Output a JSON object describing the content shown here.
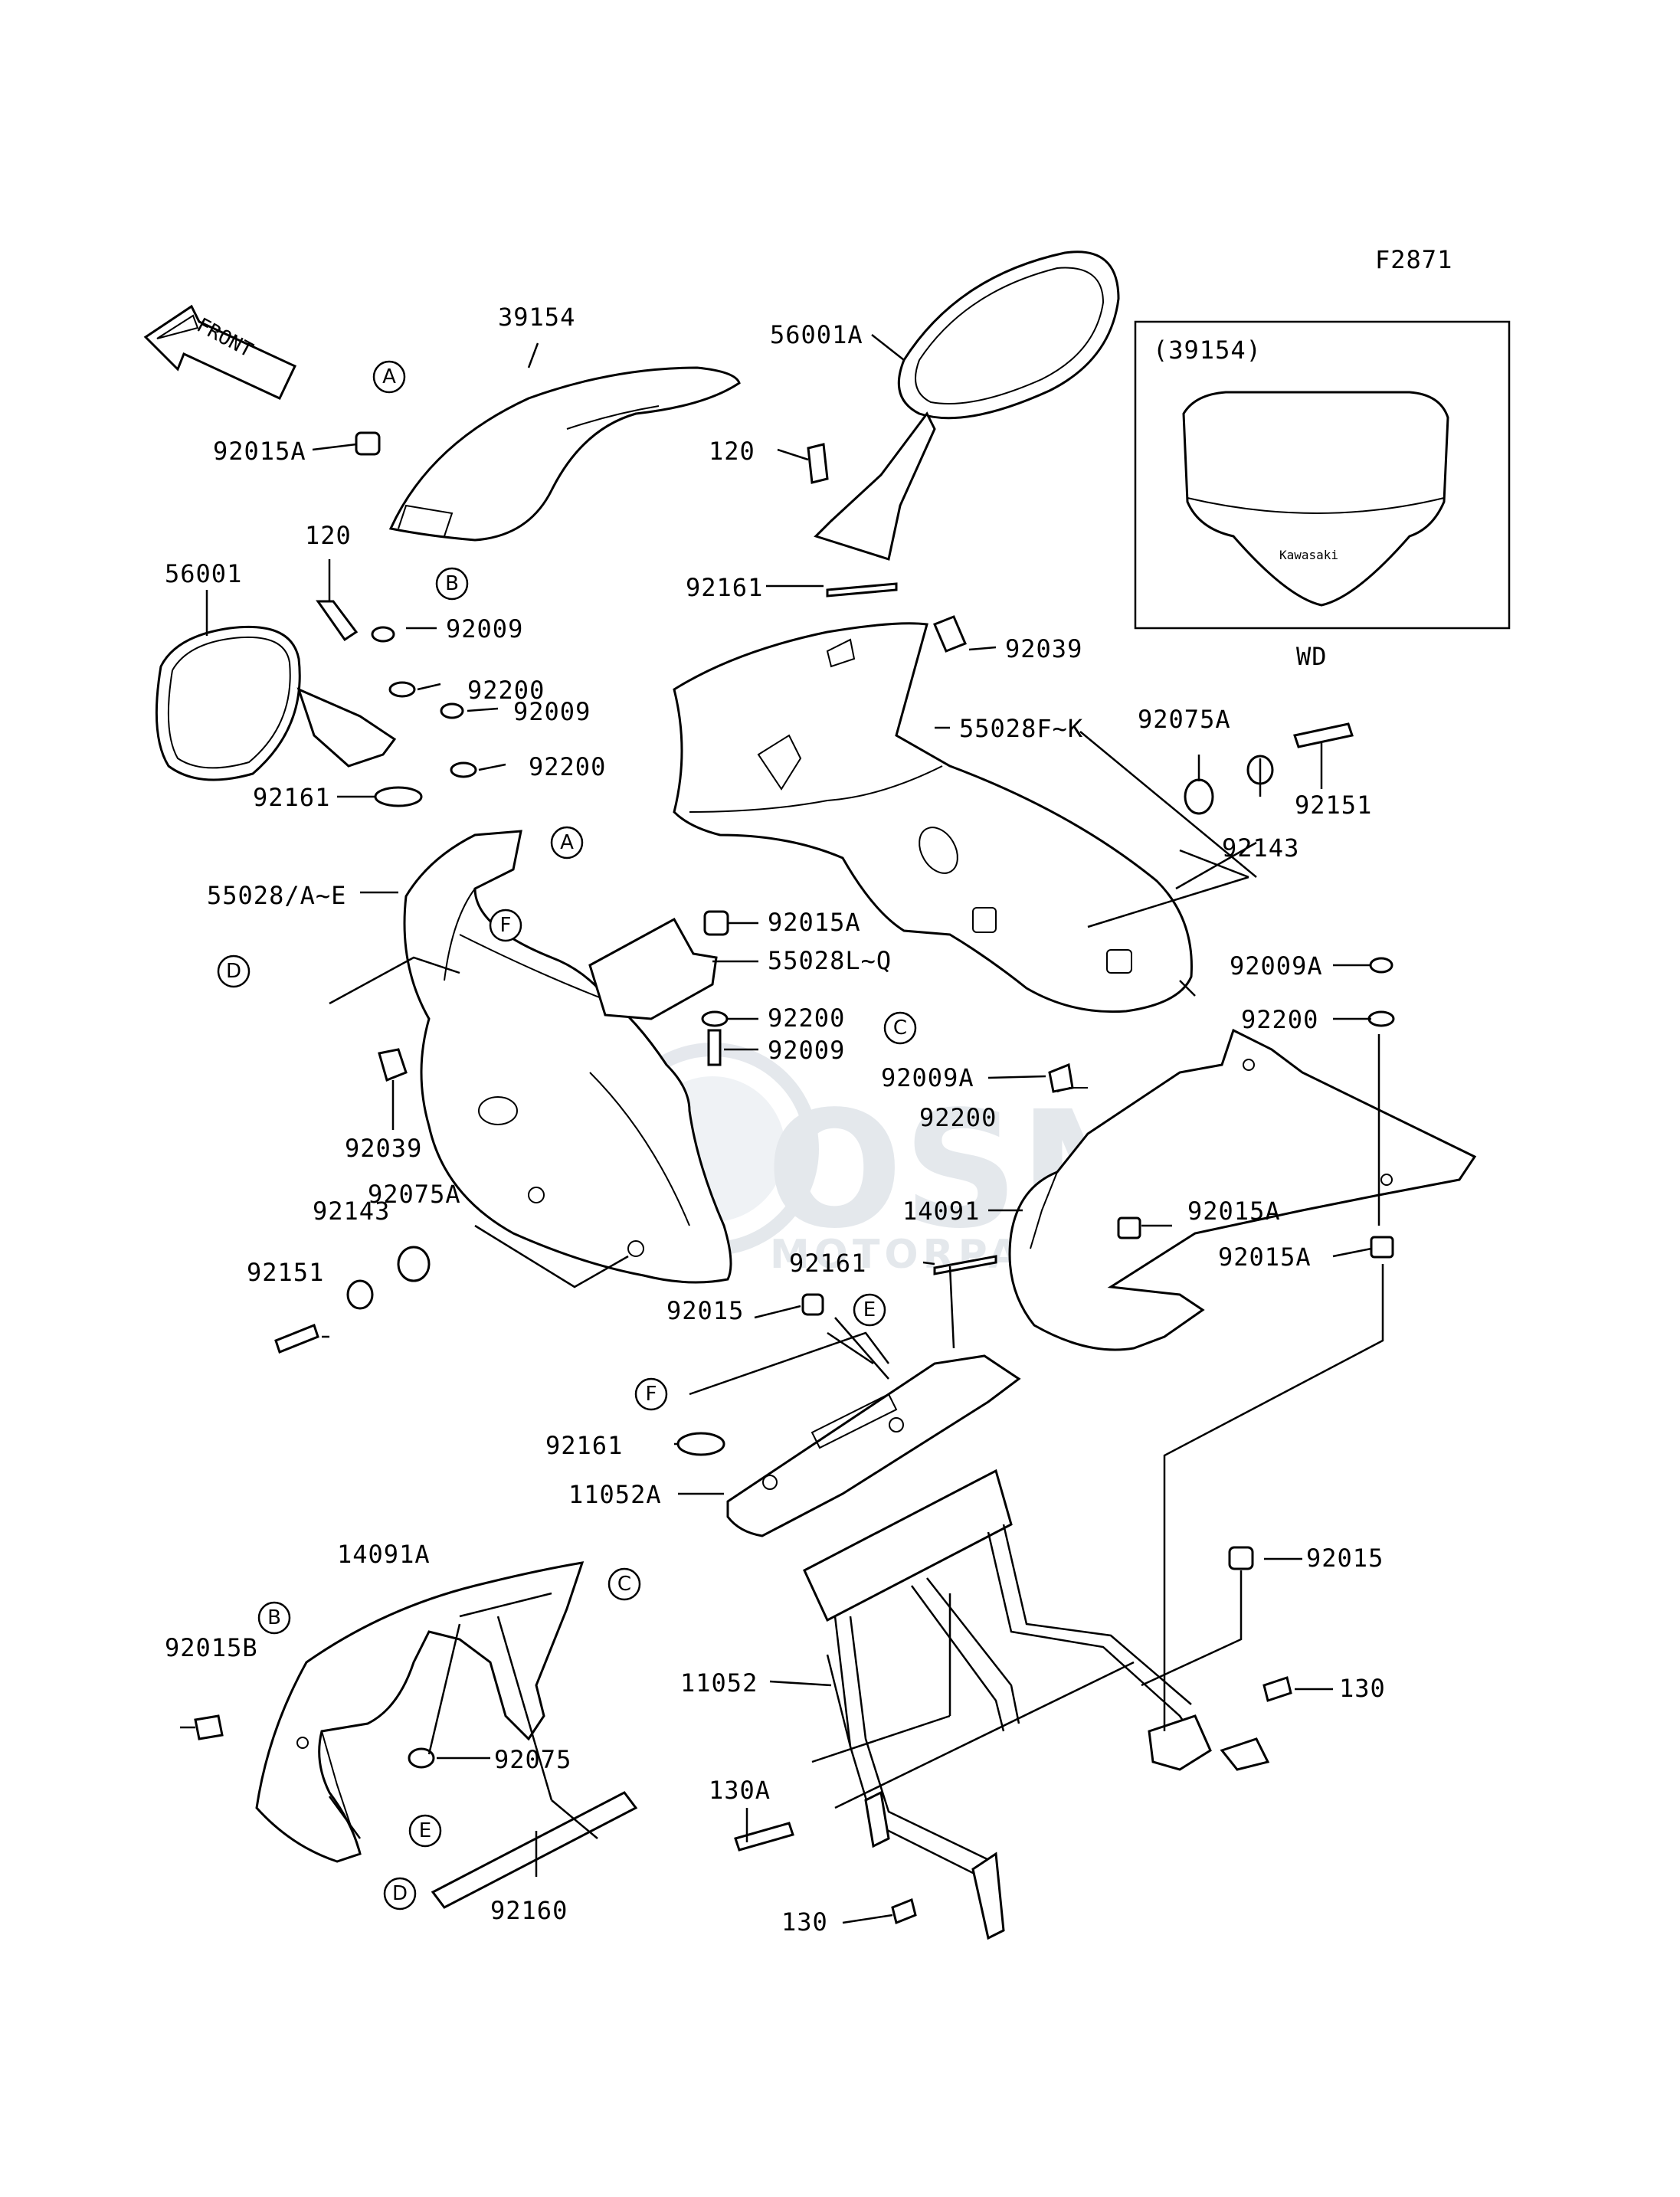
{
  "figure_code": "F2871",
  "front_label": "FRONT",
  "inset": {
    "title": "(39154)",
    "caption": "WD",
    "brand_text": "Kawasaki"
  },
  "watermark": {
    "logo": "OSM",
    "text": "MOTORPARTS"
  },
  "callouts": [
    "A",
    "B",
    "C",
    "D",
    "E",
    "F"
  ],
  "part_labels": {
    "p39154": "39154",
    "p56001A": "56001A",
    "p92015A_1": "92015A",
    "p120_1": "120",
    "p120_2": "120",
    "p56001": "56001",
    "p92009_1": "92009",
    "p92200_1": "92200",
    "p92009_2": "92009",
    "p92200_2": "92200",
    "p92161_1": "92161",
    "p92161_2": "92161",
    "p92039_1": "92039",
    "p55028FK": "55028F~K",
    "p92075A_1": "92075A",
    "p92151_1": "92151",
    "p92143_1": "92143",
    "p55028AE": "55028/A~E",
    "p92015A_2": "92015A",
    "p55028LQ": "55028L~Q",
    "p92200_3": "92200",
    "p92009_3": "92009",
    "p92009A_1": "92009A",
    "p92200_4": "92200",
    "p92009A_2": "92009A",
    "p92200_5": "92200",
    "p92039_2": "92039",
    "p92075A_2": "92075A",
    "p92143_2": "92143",
    "p14091": "14091",
    "p92015A_3": "92015A",
    "p92015A_4": "92015A",
    "p92151_2": "92151",
    "p92161_3": "92161",
    "p92015_1": "92015",
    "p92161_4": "92161",
    "p11052A": "11052A",
    "p14091A": "14091A",
    "p92015_2": "92015",
    "p92015B": "92015B",
    "p11052": "11052",
    "p130_1": "130",
    "p92075": "92075",
    "p130A": "130A",
    "p92160": "92160",
    "p130_2": "130"
  }
}
